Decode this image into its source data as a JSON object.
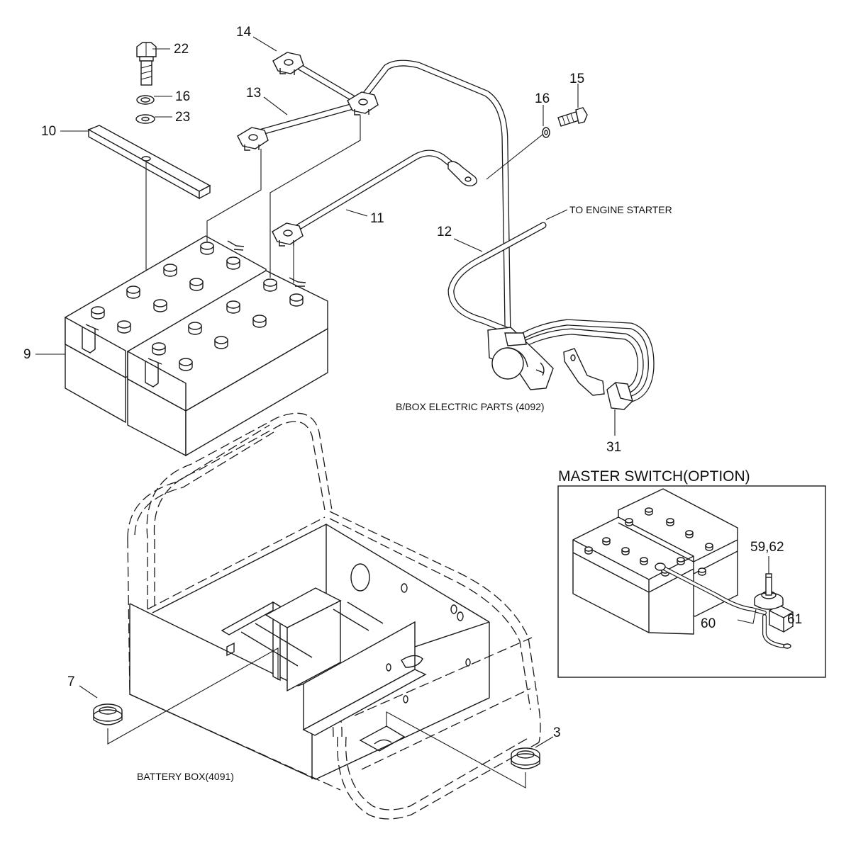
{
  "diagram": {
    "callouts": {
      "c3": "3",
      "c7": "7",
      "c9": "9",
      "c10": "10",
      "c11": "11",
      "c12": "12",
      "c13": "13",
      "c14": "14",
      "c15": "15",
      "c16a": "16",
      "c16b": "16",
      "c22": "22",
      "c23": "23",
      "c31": "31",
      "c59": "59,62",
      "c60": "60",
      "c61": "61"
    },
    "captions": {
      "engine_starter": "TO ENGINE STARTER",
      "bbox_electric": "B/BOX ELECTRIC PARTS (4092)",
      "battery_box": "BATTERY BOX(4091)"
    },
    "inset": {
      "title": "MASTER SWITCH(OPTION)"
    }
  }
}
